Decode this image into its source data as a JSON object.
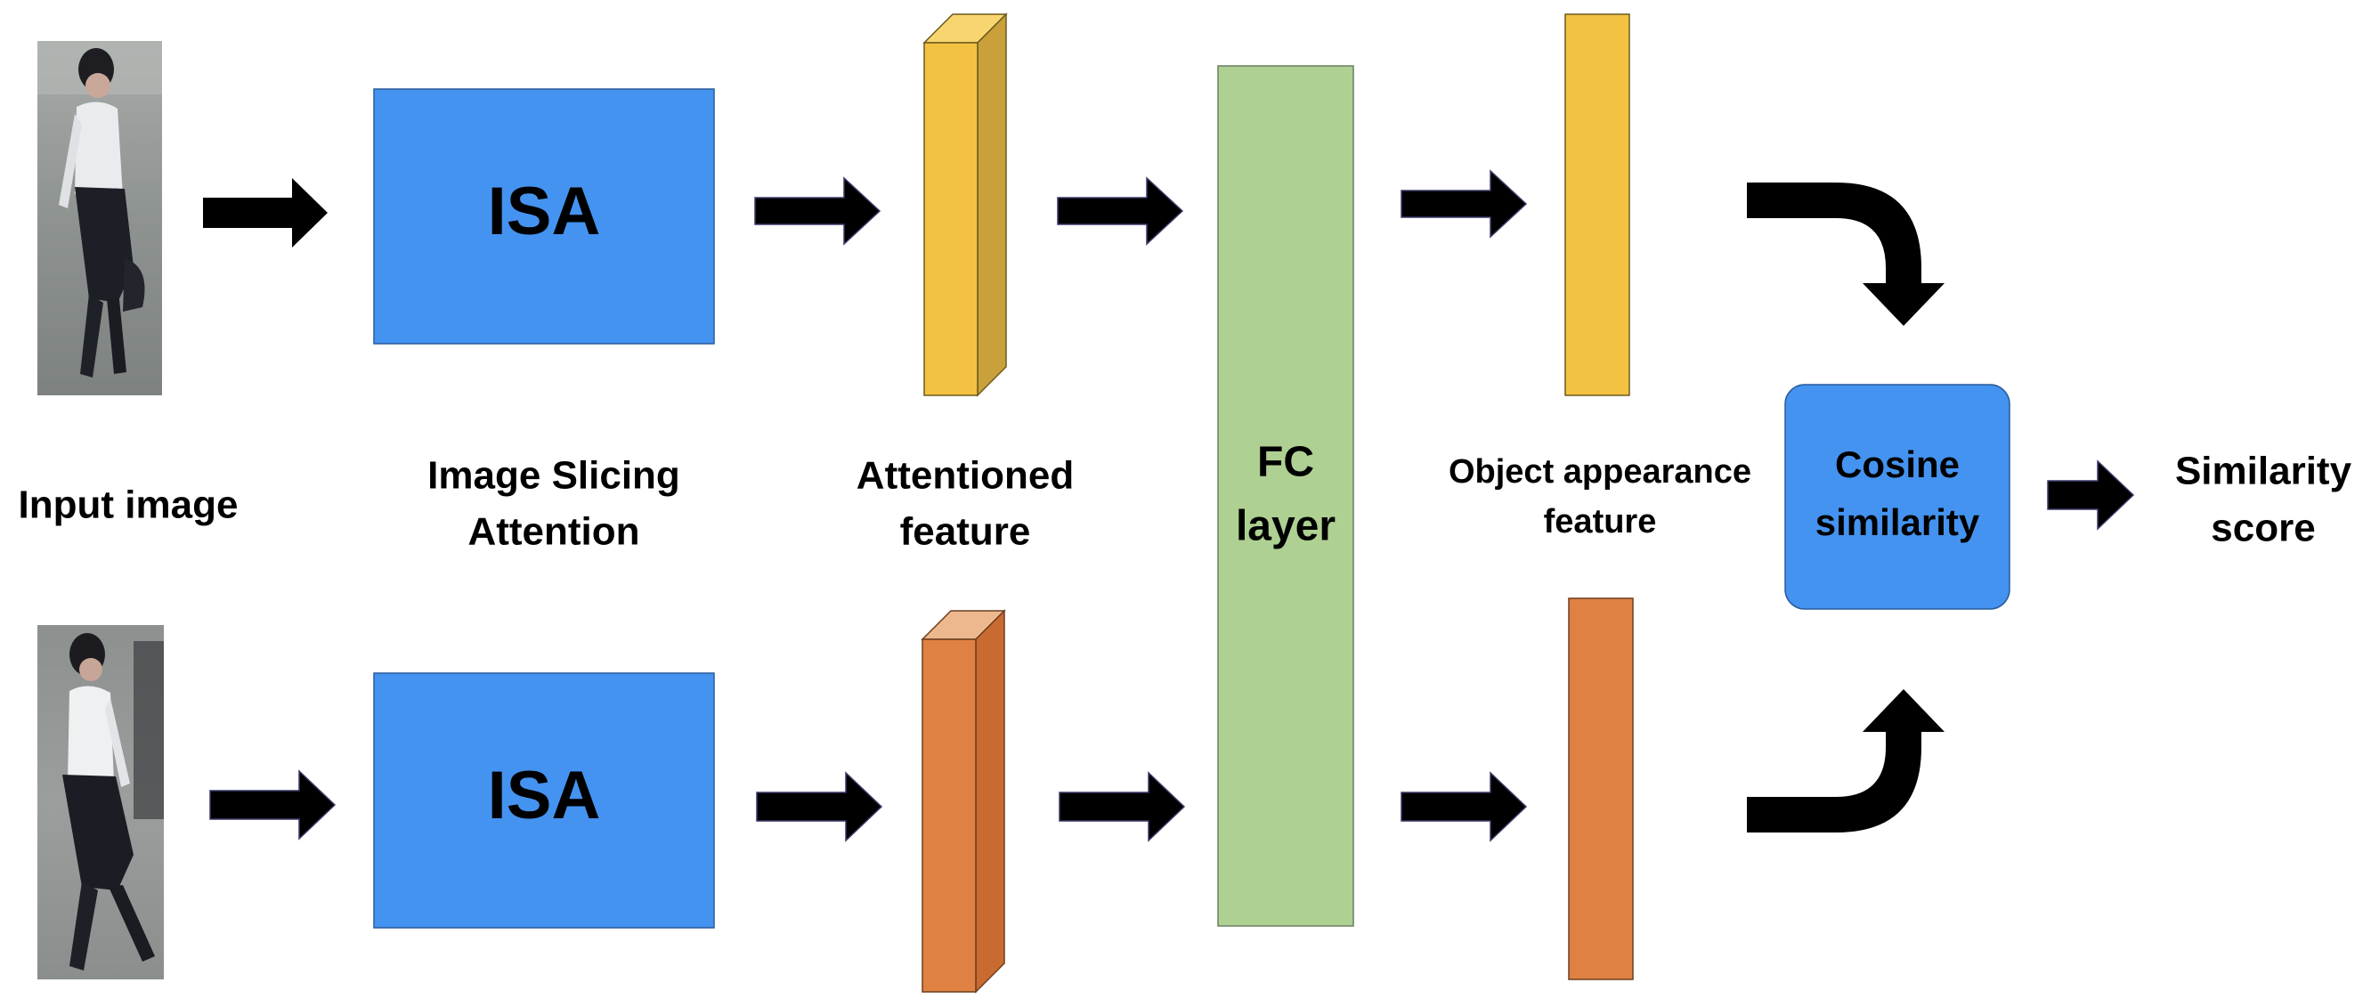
{
  "labels": {
    "input_image": "Input image",
    "isa_top": "ISA",
    "isa_bottom": "ISA",
    "image_slicing_line1": "Image Slicing",
    "image_slicing_line2": "Attention",
    "attentioned_line1": "Attentioned",
    "attentioned_line2": "feature",
    "fc_line1": "FC",
    "fc_line2": "layer",
    "appearance_line1": "Object appearance",
    "appearance_line2": "feature",
    "cosine_line1": "Cosine",
    "cosine_line2": "similarity",
    "similarity_line1": "Similarity",
    "similarity_line2": "score"
  },
  "colors": {
    "isa_blue": "#4493F0",
    "fc_green": "#AED093",
    "feature_yellow": "#F4C242",
    "feature_orange": "#DF8142",
    "arrow": "#000000"
  },
  "icons": {
    "person_top": "pedestrian-photo",
    "person_bottom": "pedestrian-photo"
  }
}
